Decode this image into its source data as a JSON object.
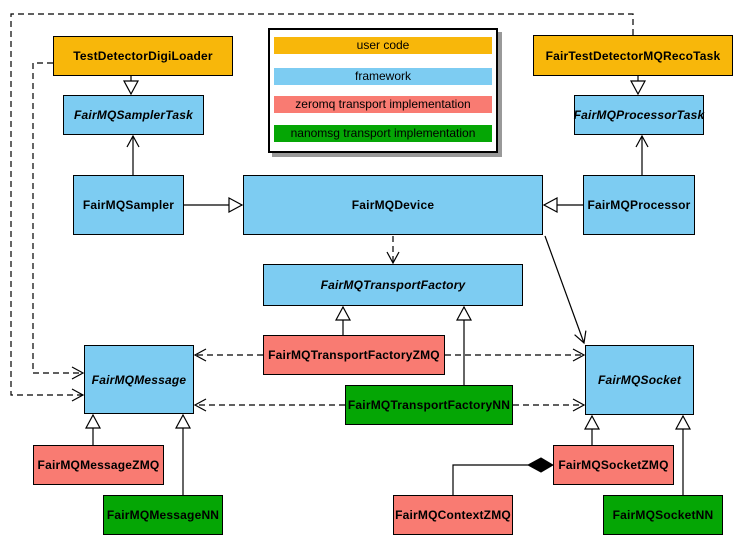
{
  "legend": {
    "items": [
      {
        "label": "user code",
        "color": "#F8B70A"
      },
      {
        "label": "framework",
        "color": "#7DCCF2"
      },
      {
        "label": "zeromq transport implementation",
        "color": "#F97B72"
      },
      {
        "label": "nanomsg transport implementation",
        "color": "#05A605"
      }
    ]
  },
  "nodes": {
    "test_detector_digi_loader": {
      "label": "TestDetectorDigiLoader",
      "category": "user code"
    },
    "fairmq_sampler_task": {
      "label": "FairMQSamplerTask",
      "category": "framework",
      "abstract": true
    },
    "fairmq_sampler": {
      "label": "FairMQSampler",
      "category": "framework"
    },
    "fair_test_detector_mq_reco_task": {
      "label": "FairTestDetectorMQRecoTask",
      "category": "user code"
    },
    "fairmq_processor_task": {
      "label": "FairMQProcessorTask",
      "category": "framework",
      "abstract": true
    },
    "fairmq_processor": {
      "label": "FairMQProcessor",
      "category": "framework"
    },
    "fairmq_device": {
      "label": "FairMQDevice",
      "category": "framework"
    },
    "fairmq_transport_factory": {
      "label": "FairMQTransportFactory",
      "category": "framework",
      "abstract": true
    },
    "fairmq_transport_factory_zmq": {
      "label": "FairMQTransportFactoryZMQ",
      "category": "zeromq"
    },
    "fairmq_transport_factory_nn": {
      "label": "FairMQTransportFactoryNN",
      "category": "nanomsg"
    },
    "fairmq_message": {
      "label": "FairMQMessage",
      "category": "framework",
      "abstract": true
    },
    "fairmq_socket": {
      "label": "FairMQSocket",
      "category": "framework",
      "abstract": true
    },
    "fairmq_message_zmq": {
      "label": "FairMQMessageZMQ",
      "category": "zeromq"
    },
    "fairmq_message_nn": {
      "label": "FairMQMessageNN",
      "category": "nanomsg"
    },
    "fairmq_context_zmq": {
      "label": "FairMQContextZMQ",
      "category": "zeromq"
    },
    "fairmq_socket_zmq": {
      "label": "FairMQSocketZMQ",
      "category": "zeromq"
    },
    "fairmq_socket_nn": {
      "label": "FairMQSocketNN",
      "category": "nanomsg"
    }
  },
  "edges": [
    {
      "from": "TestDetectorDigiLoader",
      "to": "FairMQSamplerTask",
      "type": "generalization"
    },
    {
      "from": "FairMQSampler",
      "to": "FairMQSamplerTask",
      "type": "association"
    },
    {
      "from": "FairMQSampler",
      "to": "FairMQDevice",
      "type": "generalization"
    },
    {
      "from": "FairTestDetectorMQRecoTask",
      "to": "FairMQProcessorTask",
      "type": "generalization"
    },
    {
      "from": "FairMQProcessor",
      "to": "FairMQProcessorTask",
      "type": "association"
    },
    {
      "from": "FairMQProcessor",
      "to": "FairMQDevice",
      "type": "generalization"
    },
    {
      "from": "FairMQDevice",
      "to": "FairMQTransportFactory",
      "type": "dependency"
    },
    {
      "from": "FairMQDevice",
      "to": "FairMQSocket",
      "type": "association"
    },
    {
      "from": "FairMQTransportFactoryZMQ",
      "to": "FairMQTransportFactory",
      "type": "generalization"
    },
    {
      "from": "FairMQTransportFactoryNN",
      "to": "FairMQTransportFactory",
      "type": "generalization"
    },
    {
      "from": "FairMQTransportFactoryZMQ",
      "to": "FairMQMessage",
      "type": "dependency"
    },
    {
      "from": "FairMQTransportFactoryZMQ",
      "to": "FairMQSocket",
      "type": "dependency"
    },
    {
      "from": "FairMQTransportFactoryNN",
      "to": "FairMQMessage",
      "type": "dependency"
    },
    {
      "from": "FairMQTransportFactoryNN",
      "to": "FairMQSocket",
      "type": "dependency"
    },
    {
      "from": "TestDetectorDigiLoader",
      "to": "FairMQMessage",
      "type": "dependency"
    },
    {
      "from": "FairTestDetectorMQRecoTask",
      "to": "FairMQMessage",
      "type": "dependency"
    },
    {
      "from": "FairMQMessageZMQ",
      "to": "FairMQMessage",
      "type": "generalization"
    },
    {
      "from": "FairMQMessageNN",
      "to": "FairMQMessage",
      "type": "generalization"
    },
    {
      "from": "FairMQSocketZMQ",
      "to": "FairMQSocket",
      "type": "generalization"
    },
    {
      "from": "FairMQSocketNN",
      "to": "FairMQSocket",
      "type": "generalization"
    },
    {
      "from": "FairMQContextZMQ",
      "to": "FairMQSocketZMQ",
      "type": "composition"
    }
  ]
}
